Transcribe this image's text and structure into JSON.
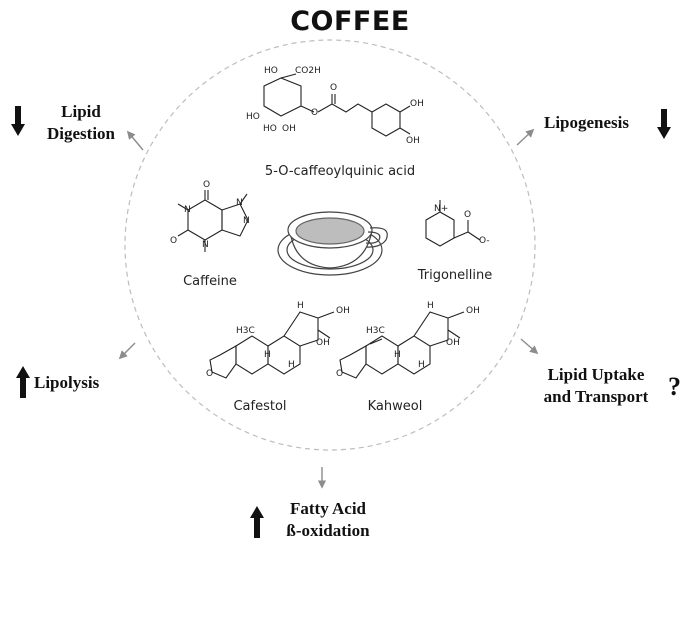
{
  "title": "COFFEE",
  "compounds": {
    "cga": "5-O-caffeoylquinic acid",
    "caffeine": "Caffeine",
    "trigonelline": "Trigonelline",
    "cafestol": "Cafestol",
    "kahweol": "Kahweol"
  },
  "effects": {
    "lipid_digestion_line1": "Lipid",
    "lipid_digestion_line2": "Digestion",
    "lipogenesis": "Lipogenesis",
    "lipolysis": "Lipolysis",
    "lipid_uptake_line1": "Lipid Uptake",
    "lipid_uptake_line2": "and Transport",
    "lipid_uptake_mark": "?",
    "fao_line1": "Fatty Acid",
    "fao_line2": "ß-oxidation"
  },
  "atom_labels": {
    "ho": "HO",
    "co2h": "CO2H",
    "oh": "OH",
    "o": "O",
    "n": "N",
    "n_plus": "N+",
    "o_minus": "O-",
    "h": "H",
    "h3c": "H3C"
  },
  "direction": {
    "lipid_digestion": "down",
    "lipogenesis": "down",
    "lipolysis": "up",
    "fatty_acid_oxidation": "up"
  },
  "colors": {
    "text": "#111111",
    "circle": "#bdbdbd",
    "pointer": "#8c8c8c",
    "cup_fill": "#bdbdbd"
  }
}
